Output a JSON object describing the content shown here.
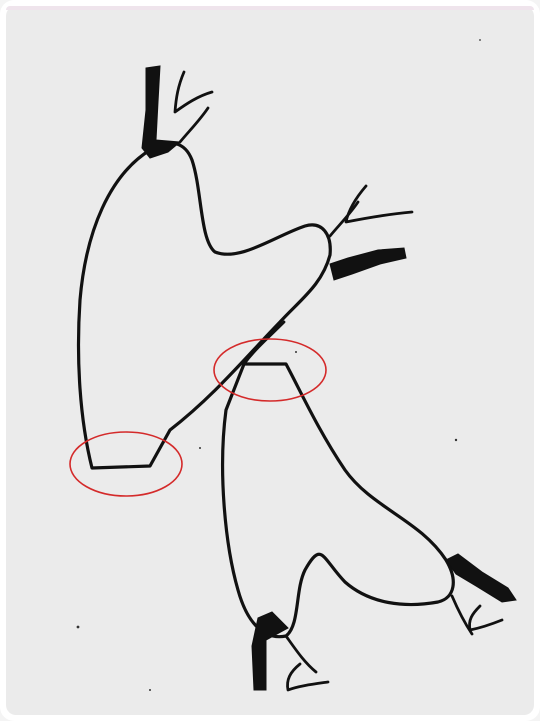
{
  "figure": {
    "subject": "",
    "colors": {
      "paper": "#ebebeb",
      "ink": "#111111",
      "highlight": "#d42a2a"
    }
  },
  "shapes": [
    {
      "id": "upper-organ-outline"
    },
    {
      "id": "lower-organ-outline"
    }
  ],
  "highlights": [
    {
      "id": "left-lower-ellipse"
    },
    {
      "id": "center-junction-ellipse"
    }
  ]
}
